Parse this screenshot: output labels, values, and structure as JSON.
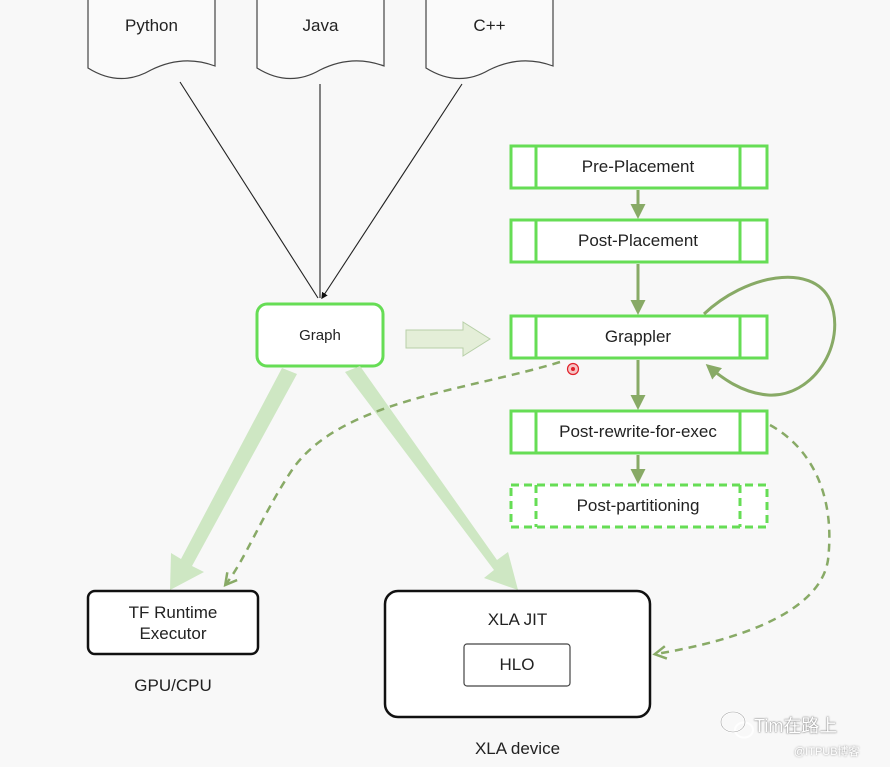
{
  "languages": [
    "Python",
    "Java",
    "C++"
  ],
  "graph_label": "Graph",
  "stages": [
    "Pre-Placement",
    "Post-Placement",
    "Grappler",
    "Post-rewrite-for-exec",
    "Post-partitioning"
  ],
  "tf_runtime": "TF Runtime\nExecutor",
  "gpu_cpu": "GPU/CPU",
  "xla_jit": "XLA JIT",
  "hlo": "HLO",
  "xla_device": "XLA device",
  "watermark": "Tim在路上",
  "watermark_sub": "@ITPUB博客",
  "colors": {
    "green_border": "#66dd55",
    "green_arrow": "#88aa66",
    "pale_arrow": "#c9e4bd",
    "dark": "#111111",
    "cursor": "#e0202a"
  }
}
